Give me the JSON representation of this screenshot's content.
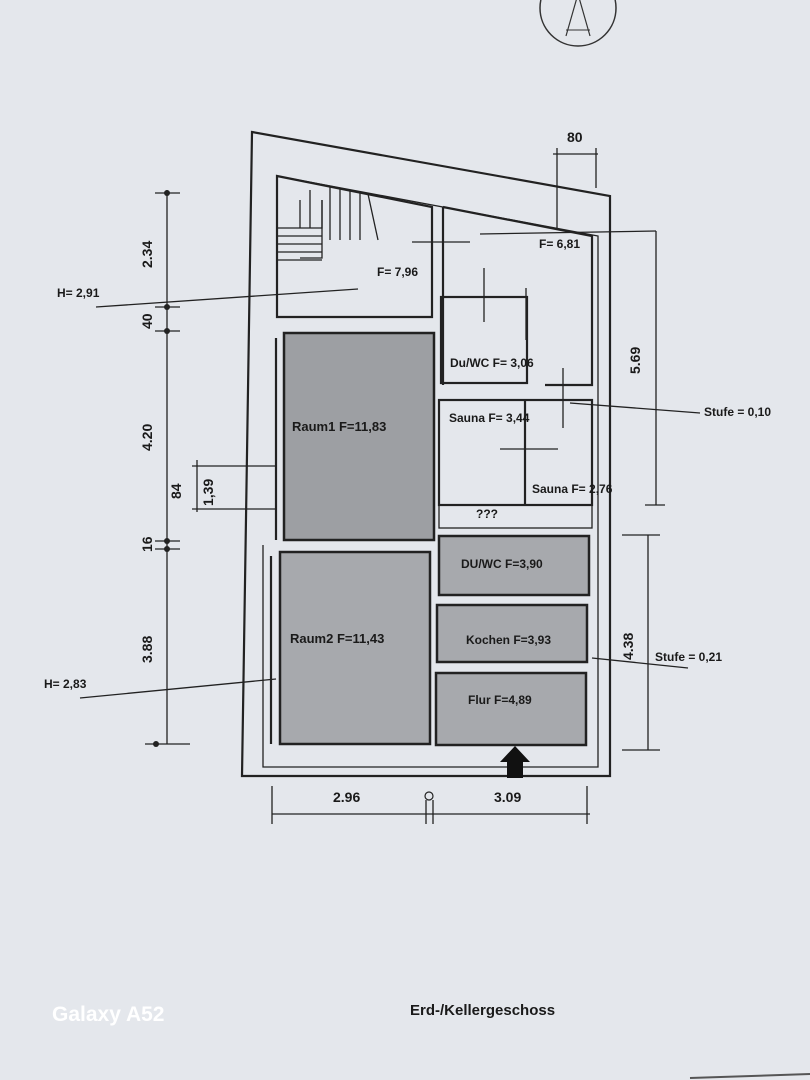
{
  "watermark": "Galaxy A52",
  "caption": "Erd-/Kellergeschoss",
  "rooms": {
    "stair_area": "F= 7,96",
    "top_right": "F= 6,81",
    "duwc_upper": "Du/WC F= 3,06",
    "sauna1": "Sauna  F= 3,44",
    "sauna2": "Sauna  F= 2,76",
    "unknown": "???",
    "raum1": "Raum1 F=11,83",
    "duwc_lower": "DU/WC F=3,90",
    "raum2": "Raum2 F=11,43",
    "kochen": "Kochen F=3,93",
    "flur": "Flur F=4,89"
  },
  "annotations": {
    "h_top": "H= 2,91",
    "h_bottom": "H= 2,83",
    "stufe_top": "Stufe = 0,10",
    "stufe_bottom": "Stufe = 0,21"
  },
  "dimensions": {
    "top_80": "80",
    "left_234": "2.34",
    "left_40": "40",
    "left_420": "4.20",
    "left_84": "84",
    "left_139": "1,39",
    "left_16": "16",
    "left_388": "3.88",
    "right_569": "5.69",
    "right_438": "4.38",
    "bottom_296": "2.96",
    "bottom_309": "3.09"
  }
}
